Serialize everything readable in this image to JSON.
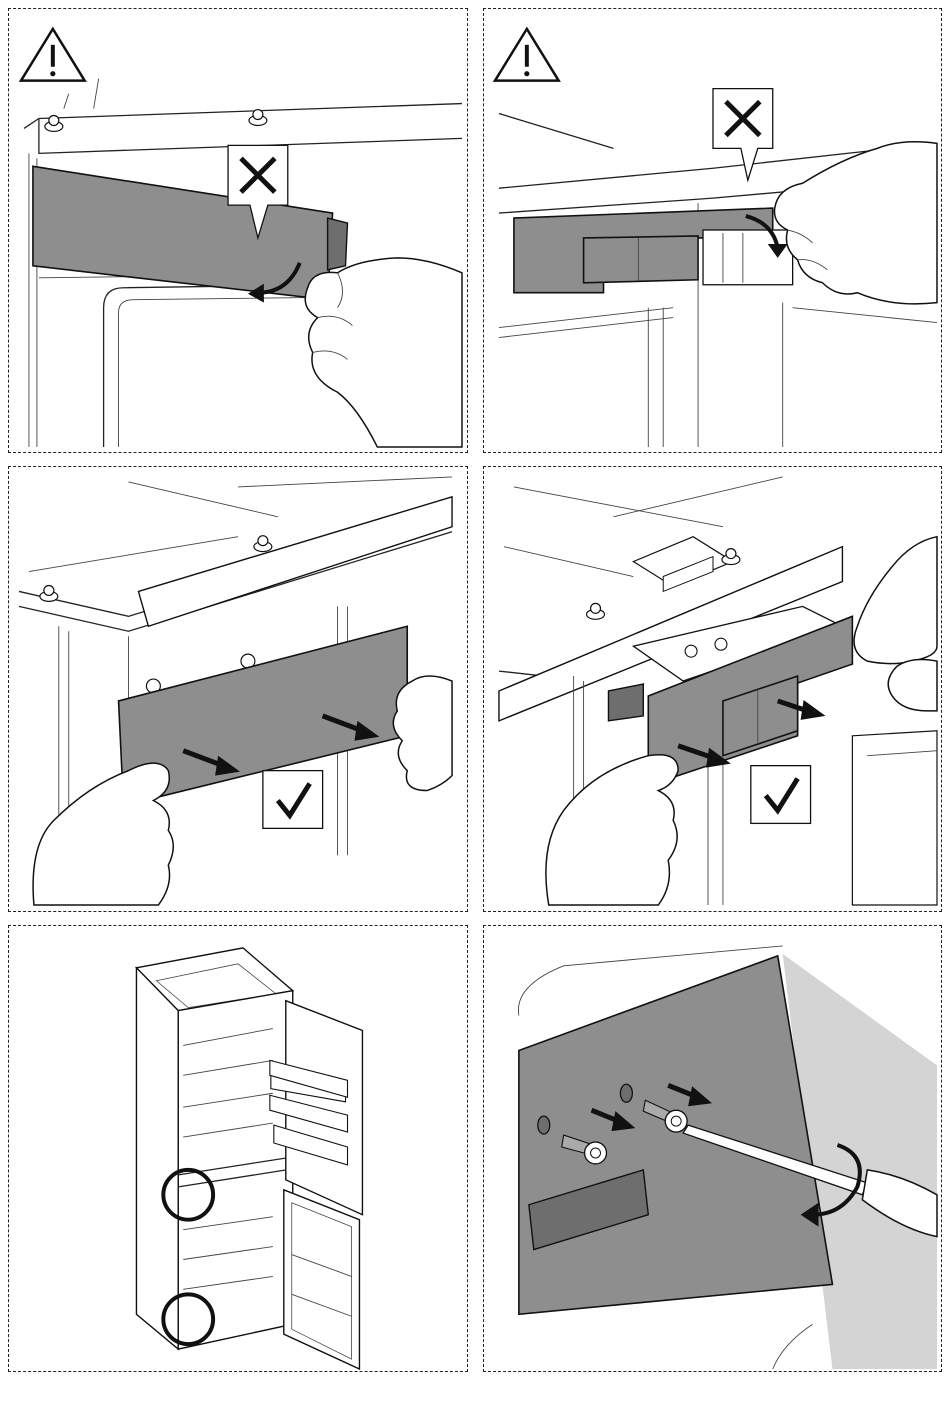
{
  "panels": [
    {
      "id": "p1",
      "warning": true,
      "marker": "cross",
      "action": "wrong-removal-pull-down"
    },
    {
      "id": "p2",
      "warning": true,
      "marker": "cross",
      "action": "wrong-removal-pull-hinge"
    },
    {
      "id": "p3",
      "warning": false,
      "marker": "check",
      "action": "pull-cover-forward"
    },
    {
      "id": "p4",
      "warning": false,
      "marker": "check",
      "action": "pull-cover-off-hinge"
    },
    {
      "id": "p5",
      "warning": false,
      "marker": "none",
      "action": "locate-lower-hinges"
    },
    {
      "id": "p6",
      "warning": false,
      "marker": "none",
      "action": "screw-in-panel"
    }
  ],
  "icons": {
    "warning": "warning-triangle-icon",
    "cross": "cross-mark-icon",
    "check": "check-mark-icon",
    "rotate": "rotate-arrow-icon",
    "highlight": "highlight-circle-icon"
  },
  "colors": {
    "line": "#222222",
    "panel_fill": "#8e8e8e",
    "background": "#ffffff"
  }
}
